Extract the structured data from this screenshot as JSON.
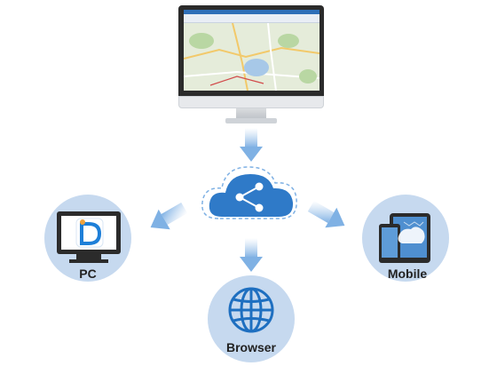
{
  "nodes": {
    "pc": {
      "label": "PC"
    },
    "mobile": {
      "label": "Mobile"
    },
    "browser": {
      "label": "Browser"
    }
  },
  "colors": {
    "accent": "#2e78c7",
    "circle_fill": "#c6d9ef",
    "arrow": "#a9c9ec",
    "cloud": "#2f7ac8"
  },
  "icons": [
    "monitor-icon",
    "cloud-share-icon",
    "pc-app-icon",
    "mobile-devices-icon",
    "globe-icon"
  ]
}
